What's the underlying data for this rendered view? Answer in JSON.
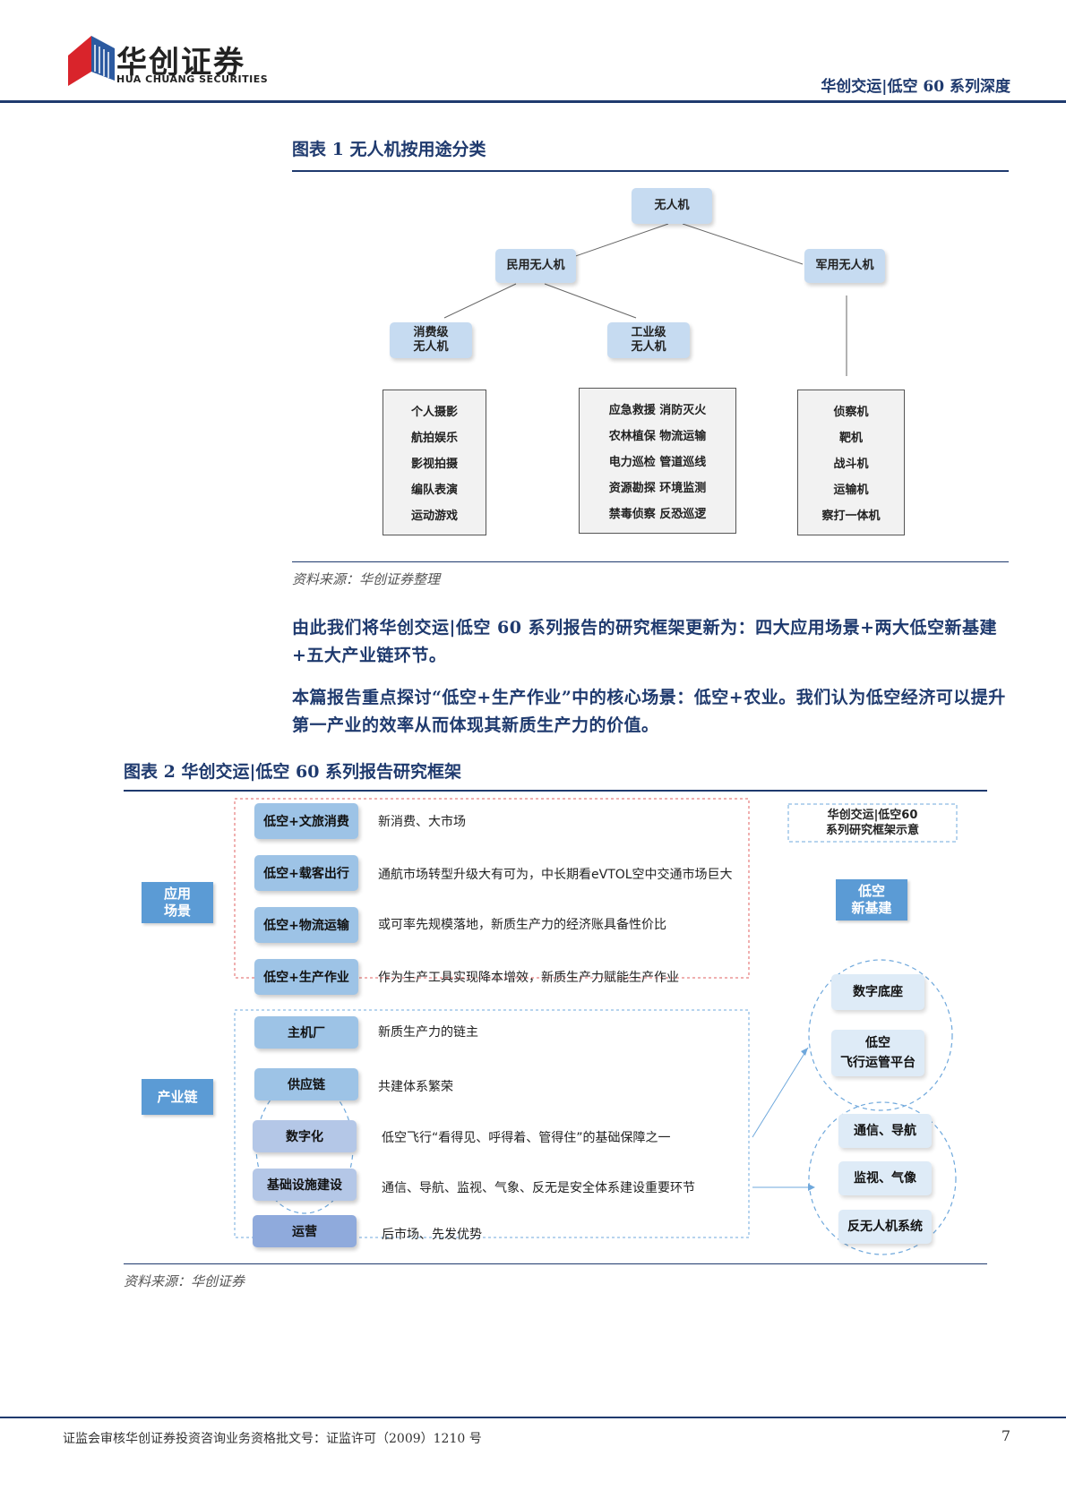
{
  "header": {
    "logo_cn": "华创证券",
    "logo_en": "HUA CHUANG SECURITIES",
    "series": "华创交运|低空 60 系列深度"
  },
  "figure1": {
    "title": "图表 1   无人机按用途分类",
    "root": "无人机",
    "civil": "民用无人机",
    "military": "军用无人机",
    "consumer": "消费级\n无人机",
    "industrial": "工业级\n无人机",
    "consumer_items": [
      "个人摄影",
      "航拍娱乐",
      "影视拍摄",
      "编队表演",
      "运动游戏"
    ],
    "industrial_items": [
      "应急救援 消防灭火",
      "农林植保 物流运输",
      "电力巡检 管道巡线",
      "资源勘探 环境监测",
      "禁毒侦察 反恐巡逻"
    ],
    "military_items": [
      "侦察机",
      "靶机",
      "战斗机",
      "运输机",
      "察打一体机"
    ],
    "source": "资料来源：华创证券整理"
  },
  "paragraphs": [
    "由此我们将华创交运|低空 60 系列报告的研究框架更新为：四大应用场景+两大低空新基建+五大产业链环节。",
    "本篇报告重点探讨“低空+生产作业”中的核心场景：低空+农业。我们认为低空经济可以提升第一产业的效率从而体现其新质生产力的价值。"
  ],
  "figure2": {
    "title": "图表 2   华创交运|低空 60 系列报告研究框架",
    "cat_app": "应用\n场景",
    "cat_chain": "产业链",
    "scenes": [
      {
        "label": "低空+文旅消费",
        "desc": "新消费、大市场"
      },
      {
        "label": "低空+载客出行",
        "desc": "通航市场转型升级大有可为，中长期看eVTOL空中交通市场巨大"
      },
      {
        "label": "低空+物流运输",
        "desc": "或可率先规模落地，新质生产力的经济账具备性价比"
      },
      {
        "label": "低空+生产作业",
        "desc": "作为生产工具实现降本增效，新质生产力赋能生产作业"
      }
    ],
    "chain": [
      {
        "label": "主机厂",
        "desc": "新质生产力的链主"
      },
      {
        "label": "供应链",
        "desc": "共建体系繁荣"
      },
      {
        "label": "数字化",
        "desc": "低空飞行“看得见、呼得着、管得住”的基础保障之一"
      },
      {
        "label": "基础设施建设",
        "desc": "通信、导航、监视、气象、反无是安全体系建设重要环节"
      },
      {
        "label": "运营",
        "desc": "后市场、先发优势"
      }
    ],
    "legend": "华创交运|低空60\n系列研究框架示意",
    "infra": "低空\n新基建",
    "digital_nodes": [
      "数字底座",
      "低空\n飞行运管平台"
    ],
    "infra_nodes": [
      "通信、导航",
      "监视、气像",
      "反无人机系统"
    ],
    "source": "资料来源：华创证券"
  },
  "footer": {
    "text": "证监会审核华创证券投资咨询业务资格批文号：证监许可（2009）1210 号",
    "page": "7"
  },
  "colors": {
    "navy": "#1f3a6e",
    "logo_red": "#d9242b",
    "logo_blue": "#2c5aa0",
    "node_blue": "#c6dbf1",
    "cat_blue": "#5b9bd5",
    "pill_blue": "#9dc3e6"
  }
}
